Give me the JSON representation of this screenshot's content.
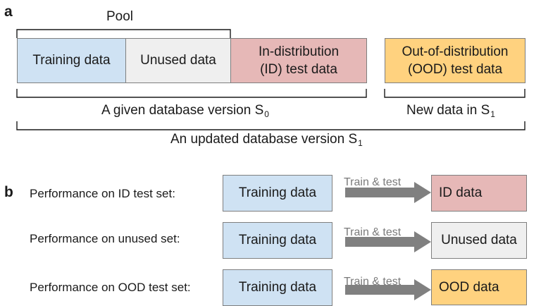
{
  "panel_a": {
    "letter": "a",
    "pool_label": "Pool",
    "boxes": {
      "training": "Training data",
      "unused": "Unused data",
      "id_line1": "In-distribution",
      "id_line2": "(ID) test data",
      "ood_line1": "Out-of-distribution",
      "ood_line2": "(OOD) test data"
    },
    "s0_label": "A given database version S",
    "s0_sub": "0",
    "new_label": "New data in S",
    "new_sub": "1",
    "s1_label": "An updated database version S",
    "s1_sub": "1"
  },
  "panel_b": {
    "letter": "b",
    "arrow_label": "Train & test",
    "train_box": "Training data",
    "rows": [
      {
        "label": "Performance on ID test set:",
        "target": "ID data"
      },
      {
        "label": "Performance on unused set:",
        "target": "Unused data"
      },
      {
        "label": "Performance on OOD test set:",
        "target": "OOD data"
      }
    ]
  },
  "colors": {
    "training": "#cfe2f3",
    "unused": "#efefef",
    "id": "#e6b8b7",
    "ood": "#ffd27f",
    "arrow": "#808080",
    "bracket": "#1a1a1a"
  }
}
